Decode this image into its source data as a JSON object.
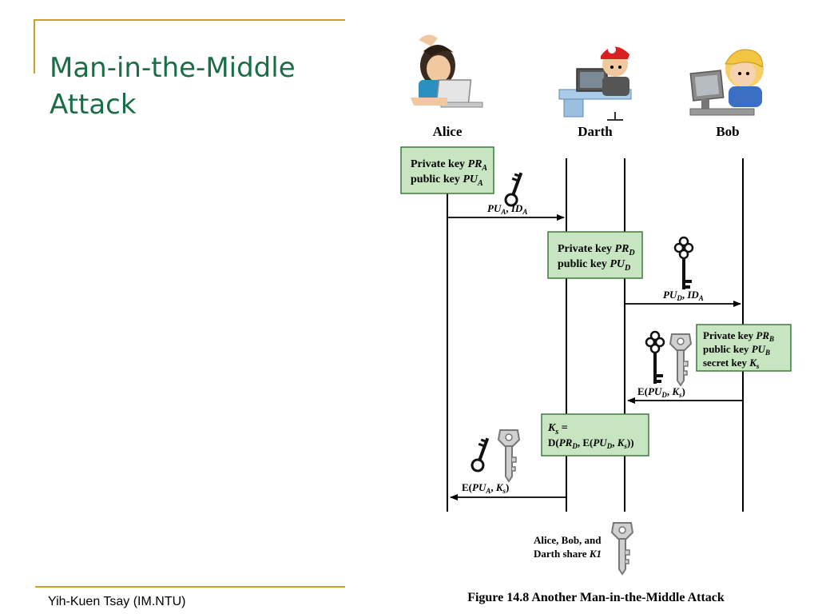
{
  "slide": {
    "title_line1": "Man-in-the-Middle",
    "title_line2": "Attack",
    "footer": "Yih-Kuen Tsay (IM.NTU)"
  },
  "diagram": {
    "parties": {
      "alice": "Alice",
      "darth": "Darth",
      "bob": "Bob"
    },
    "boxes": {
      "alice_keys": {
        "line1_text": "Private key ",
        "line1_sym": "PR",
        "line1_sub": "A",
        "line2_text": "public key ",
        "line2_sym": "PU",
        "line2_sub": "A"
      },
      "darth_keys": {
        "line1_text": "Private key ",
        "line1_sym": "PR",
        "line1_sub": "D",
        "line2_text": "public key ",
        "line2_sym": "PU",
        "line2_sub": "D"
      },
      "bob_keys": {
        "line1_text": "Private key ",
        "line1_sym": "PR",
        "line1_sub": "B",
        "line2_text": "public key ",
        "line2_sym": "PU",
        "line2_sub": "B",
        "line3_text": "secret key ",
        "line3_sym": "K",
        "line3_sub": "s"
      },
      "darth_decrypt": {
        "line1_sym": "K",
        "line1_sub": "s",
        "line1_rest": " =",
        "line2_a": "D(",
        "line2_sym1": "PR",
        "line2_sub1": "D",
        "line2_b": ", E(",
        "line2_sym2": "PU",
        "line2_sub2": "D",
        "line2_c": ", ",
        "line2_sym3": "K",
        "line2_sub3": "s",
        "line2_d": "))"
      }
    },
    "messages": {
      "m1": {
        "sym1": "PU",
        "sub1": "A",
        "sep": ", ",
        "sym2": "ID",
        "sub2": "A"
      },
      "m2": {
        "sym1": "PU",
        "sub1": "D",
        "sep": ", ",
        "sym2": "ID",
        "sub2": "A"
      },
      "m3": {
        "pre": "E(",
        "sym1": "PU",
        "sub1": "D",
        "sep": ", ",
        "sym2": "K",
        "sub2": "s",
        "post": ")"
      },
      "m4": {
        "pre": "E(",
        "sym1": "PU",
        "sub1": "A",
        "sep": ", ",
        "sym2": "K",
        "sub2": "s",
        "post": ")"
      }
    },
    "share_note": {
      "line1": "Alice, Bob, and",
      "line2_text": "Darth share ",
      "line2_sym": "K1"
    },
    "caption": "Figure 14.8  Another Man-in-the-Middle Attack",
    "colors": {
      "box_fill": "#c6e5c0",
      "box_stroke": "#3e7a3e",
      "title_green": "#1a6e45",
      "frame_gold": "#c9a227"
    }
  }
}
